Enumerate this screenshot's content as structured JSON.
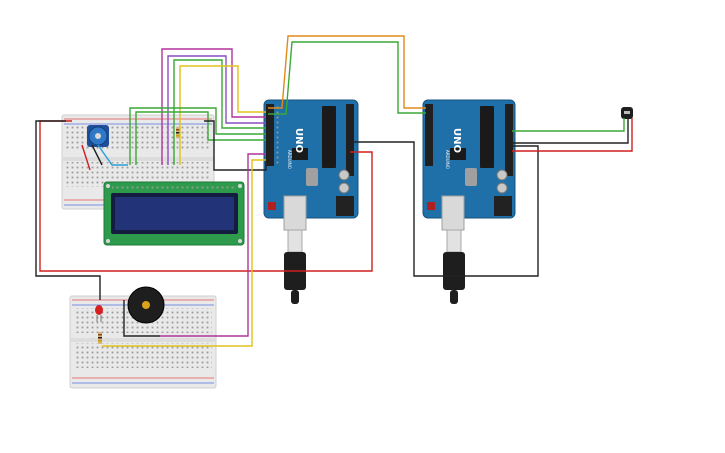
{
  "arduino_left": {
    "board_label": "UNO",
    "brand_label": "ARDUINO"
  },
  "arduino_right": {
    "board_label": "UNO",
    "brand_label": "ARDUINO"
  },
  "colors": {
    "board": "#1f6fa8",
    "board_dark": "#17557f",
    "breadboard": "#e9e9e9",
    "lcd_pcb": "#2e9b4c",
    "lcd_screen": "#1c2b66",
    "wire_red": "#d11f1f",
    "wire_black": "#222222",
    "wire_green": "#3aa935",
    "wire_magenta": "#b0349a",
    "wire_yellow": "#e0c21a",
    "wire_orange": "#e08a1a",
    "wire_purple": "#8a4fc4",
    "wire_blue": "#2a9fd6"
  },
  "icons": {
    "potentiometer": "potentiometer-icon",
    "buzzer": "buzzer-icon",
    "led": "led-icon",
    "resistor": "resistor-icon",
    "sensor": "temperature-sensor-icon",
    "usb_cable": "usb-cable-icon"
  }
}
